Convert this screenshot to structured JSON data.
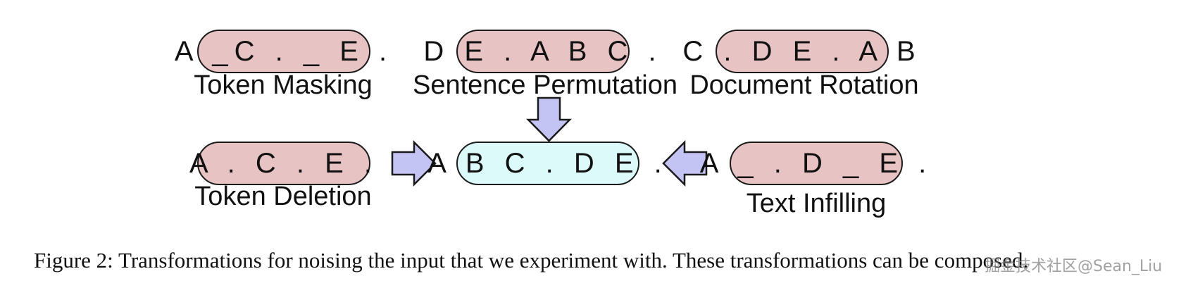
{
  "colors": {
    "noised_fill": "#e8c3c3",
    "target_fill": "#dcfafa",
    "arrow_fill": "#c4c4f4",
    "stroke": "#1a1a1a"
  },
  "transformations": {
    "token_masking": {
      "sequence": "A _C . _ E .",
      "label": "Token Masking"
    },
    "sentence_permutation": {
      "sequence": "D E . A B C .",
      "label": "Sentence Permutation"
    },
    "document_rotation": {
      "sequence": "C . D E . A B",
      "label": "Document Rotation"
    },
    "token_deletion": {
      "sequence": "A . C . E .",
      "label": "Token Deletion"
    },
    "text_infilling": {
      "sequence": "A _ . D _ E .",
      "label": "Text Infilling"
    }
  },
  "original": {
    "sequence": "A B C . D E ."
  },
  "caption": "Figure 2: Transformations for noising the input that we experiment with. These transformations can be composed.",
  "watermark": "掘金技术社区@Sean_Liu"
}
